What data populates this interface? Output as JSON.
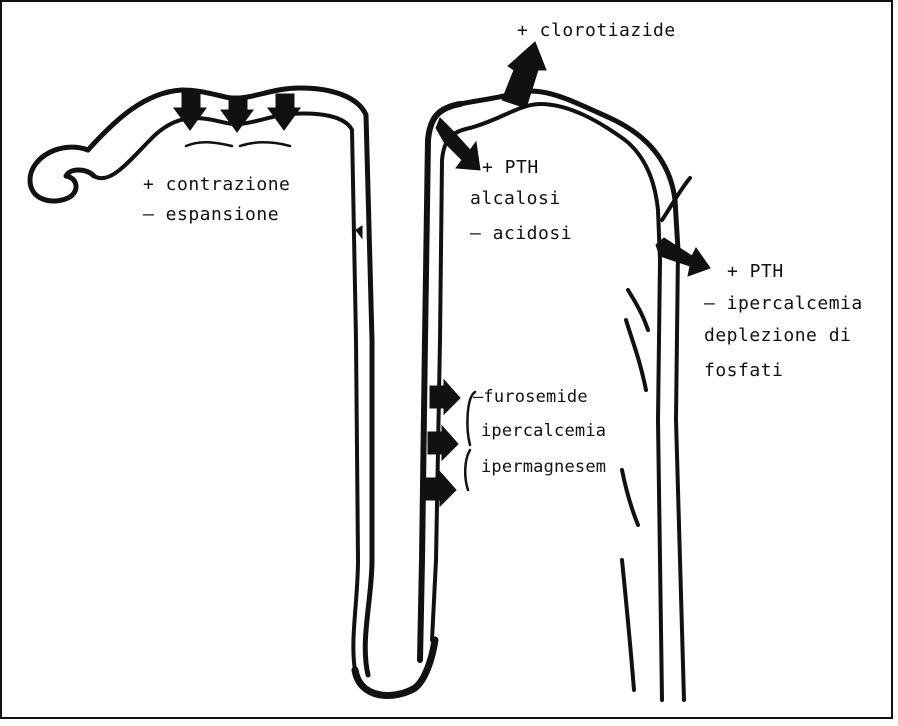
{
  "labels": {
    "clorotiazide": "+ clorotiazide",
    "contrazione": "+ contrazione",
    "espansione": "– espansione",
    "pth_1": "+ PTH",
    "alcalosi": "alcalosi",
    "acidosi": "– acidosi",
    "pth_2": "+ PTH",
    "ipercalcemia_dist": "– ipercalcemia",
    "deplezione": "deplezione di",
    "fosfati": "fosfati",
    "furosemide": "–furosemide",
    "ipercalcemia_asc": "ipercalcemia",
    "ipermagnesemia": "ipermagnesem"
  },
  "colors": {
    "ink": "#111111",
    "paper": "#ffffff"
  }
}
